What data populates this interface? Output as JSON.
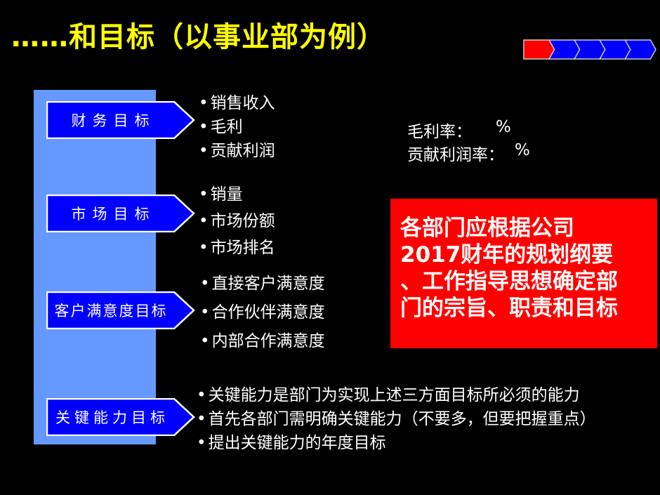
{
  "header": {
    "title": "……和目标（以事业部为例）"
  },
  "progress": {
    "segments_total": 5,
    "highlighted_segment": 1
  },
  "ui": {
    "bullet": "•"
  },
  "colors": {
    "background": "#000000",
    "title_yellow": "#FFFF00",
    "bar_light_blue": "#6699FF",
    "shape_blue": "#0000FF",
    "accent_red": "#FF0000",
    "text_white": "#FFFFFF",
    "shape_border": "#FFFFFF",
    "progress_border": "#CCCCCC"
  },
  "goals": [
    {
      "label": "财务目标"
    },
    {
      "label": "市场目标"
    },
    {
      "label": "客户满意度目标"
    },
    {
      "label": "关键能力目标"
    }
  ],
  "lists": {
    "financial": [
      "销售收入",
      "毛利",
      "贡献利润"
    ],
    "financial_rates": [
      {
        "label": "毛利率：",
        "value": "%"
      },
      {
        "label": "贡献利润率：",
        "value": "%"
      }
    ],
    "market": [
      "销量",
      "市场份额",
      "市场排名"
    ],
    "satisfaction": [
      "直接客户满意度",
      "合作伙伴满意度",
      "内部合作满意度"
    ],
    "capability": [
      "关键能力是部门为实现上述三方面目标所必须的能力",
      "首先各部门需明确关键能力（不要多，但要把握重点）",
      "提出关键能力的年度目标"
    ]
  },
  "callout": {
    "lines": [
      "各部门应根据公司",
      "2017财年的规划纲要",
      "、工作指导思想确定部",
      "门的宗旨、职责和目标"
    ]
  }
}
